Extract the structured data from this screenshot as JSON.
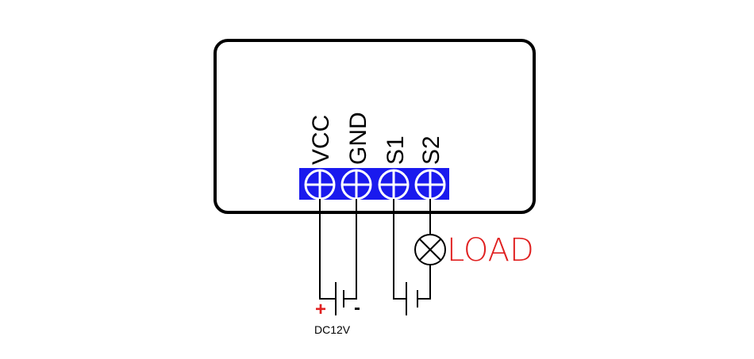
{
  "terminals": [
    {
      "id": "vcc",
      "label": "VCC"
    },
    {
      "id": "gnd",
      "label": "GND"
    },
    {
      "id": "s1",
      "label": "S1"
    },
    {
      "id": "s2",
      "label": "S2"
    }
  ],
  "load_label": "LOAD",
  "supply": {
    "plus": "+",
    "minus": "-",
    "label": "DC12V"
  },
  "colors": {
    "terminal_block": "#1a1aee",
    "load_text": "#e02020",
    "plus": "#e02020",
    "lines": "#000000"
  }
}
